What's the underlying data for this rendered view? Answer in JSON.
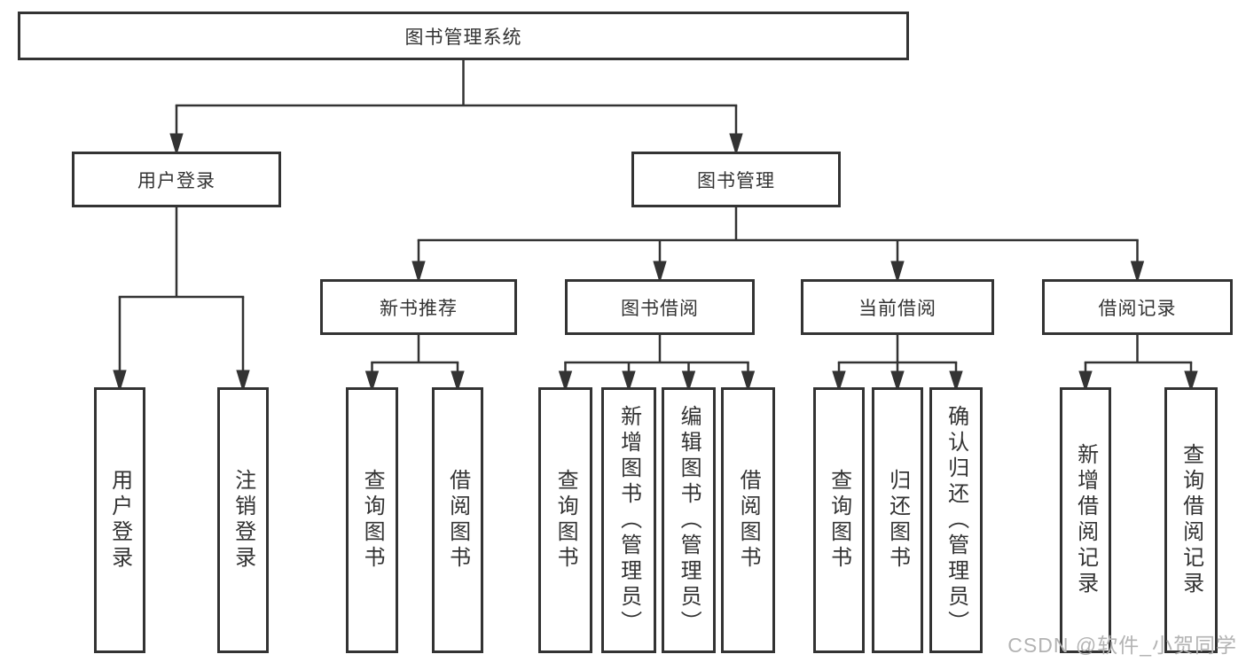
{
  "root": {
    "label": "图书管理系统"
  },
  "userBranch": {
    "label": "用户登录",
    "children": [
      "用户登录",
      "注销登录"
    ]
  },
  "bookBranch": {
    "label": "图书管理",
    "sections": [
      {
        "label": "新书推荐",
        "children": [
          "查询图书",
          "借阅图书"
        ]
      },
      {
        "label": "图书借阅",
        "children": [
          "查询图书",
          "新增图书（管理员）",
          "编辑图书（管理员）",
          "借阅图书"
        ]
      },
      {
        "label": "当前借阅",
        "children": [
          "查询图书",
          "归还图书",
          "确认归还（管理员）"
        ]
      },
      {
        "label": "借阅记录",
        "children": [
          "新增借阅记录",
          "查询借阅记录"
        ]
      }
    ]
  },
  "watermark": "CSDN @软件_小贺同学",
  "colors": {
    "line": "#333333",
    "text": "#333333",
    "background": "#ffffff",
    "watermark": "#b3b3b3"
  }
}
